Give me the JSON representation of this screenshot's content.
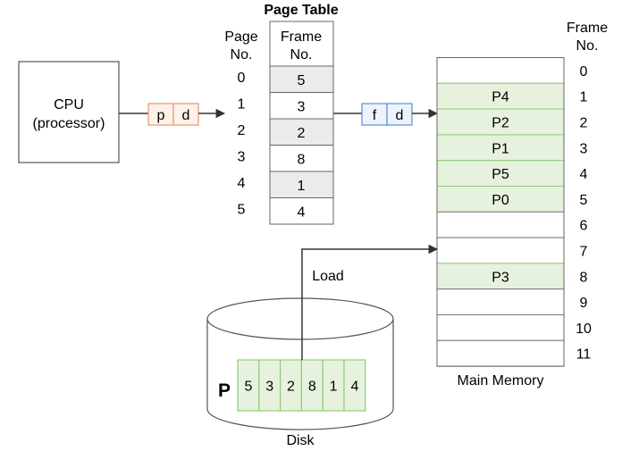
{
  "cpu": {
    "line1": "CPU",
    "line2": "(processor)"
  },
  "logical_address": {
    "p": "p",
    "d": "d"
  },
  "physical_address": {
    "f": "f",
    "d": "d"
  },
  "page_table": {
    "title": "Page Table",
    "page_header_1": "Page",
    "page_header_2": "No.",
    "frame_header_1": "Frame",
    "frame_header_2": "No.",
    "rows": [
      {
        "page": "0",
        "frame": "5"
      },
      {
        "page": "1",
        "frame": "3"
      },
      {
        "page": "2",
        "frame": "2"
      },
      {
        "page": "3",
        "frame": "8"
      },
      {
        "page": "4",
        "frame": "1"
      },
      {
        "page": "5",
        "frame": "4"
      }
    ]
  },
  "memory": {
    "header_1": "Frame",
    "header_2": "No.",
    "label": "Main Memory",
    "frames": [
      {
        "no": "0",
        "content": ""
      },
      {
        "no": "1",
        "content": "P4"
      },
      {
        "no": "2",
        "content": "P2"
      },
      {
        "no": "3",
        "content": "P1"
      },
      {
        "no": "4",
        "content": "P5"
      },
      {
        "no": "5",
        "content": "P0"
      },
      {
        "no": "6",
        "content": ""
      },
      {
        "no": "7",
        "content": ""
      },
      {
        "no": "8",
        "content": "P3"
      },
      {
        "no": "9",
        "content": ""
      },
      {
        "no": "10",
        "content": ""
      },
      {
        "no": "11",
        "content": ""
      }
    ]
  },
  "load_label": "Load",
  "disk": {
    "label": "Disk",
    "process_label": "P",
    "cells": [
      "5",
      "3",
      "2",
      "8",
      "1",
      "4"
    ]
  },
  "colors": {
    "title_red": "#e8281e",
    "p_d_border": "#e8956a",
    "p_d_fill": "#fdf1ea",
    "f_d_border": "#5b8fd6",
    "f_d_fill": "#edf3fb",
    "green_border": "#8fce78",
    "green_fill": "#e6f2dd",
    "grey_fill": "#ebebeb",
    "line": "#666666"
  }
}
